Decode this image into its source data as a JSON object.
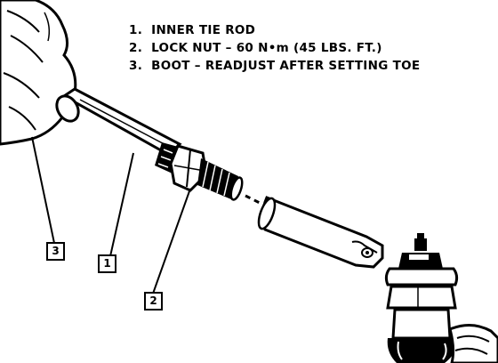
{
  "legend": {
    "items": [
      {
        "num": "1.",
        "text": "INNER TIE ROD"
      },
      {
        "num": "2.",
        "text": "LOCK NUT – 60 N•m (45 LBS. FT.)"
      },
      {
        "num": "3.",
        "text": "BOOT – READJUST AFTER SETTING TOE"
      }
    ]
  },
  "callouts": {
    "boot": "3",
    "inner_tie_rod": "1",
    "lock_nut": "2"
  }
}
